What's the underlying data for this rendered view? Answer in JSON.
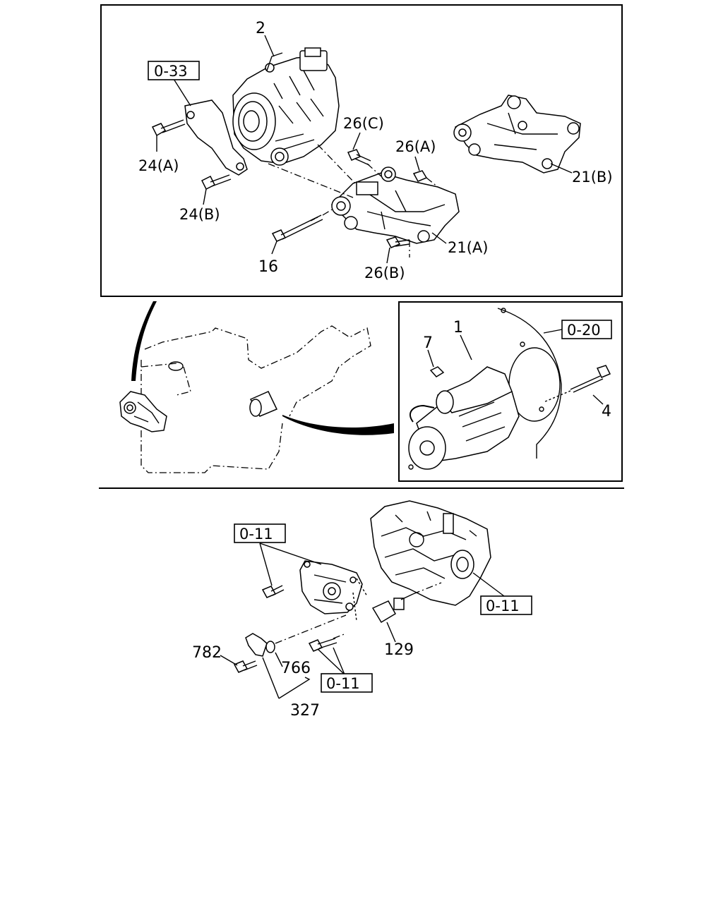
{
  "panels": {
    "alternator": {
      "labels": {
        "part_2": "2",
        "ref_0_33": "0-33",
        "part_24a": "24(A)",
        "part_24b": "24(B)",
        "part_26c": "26(C)",
        "part_26a": "26(A)",
        "part_21b": "21(B)",
        "part_21a": "21(A)",
        "part_16": "16",
        "part_26b": "26(B)"
      }
    },
    "starter": {
      "labels": {
        "part_1": "1",
        "part_7": "7",
        "ref_0_20": "0-20",
        "part_4": "4"
      }
    },
    "sensors": {
      "labels": {
        "ref_0_11_top": "0-11",
        "ref_0_11_right": "0-11",
        "ref_0_11_bottom": "0-11",
        "part_782": "782",
        "part_766": "766",
        "part_327": "327",
        "part_129": "129"
      }
    }
  }
}
